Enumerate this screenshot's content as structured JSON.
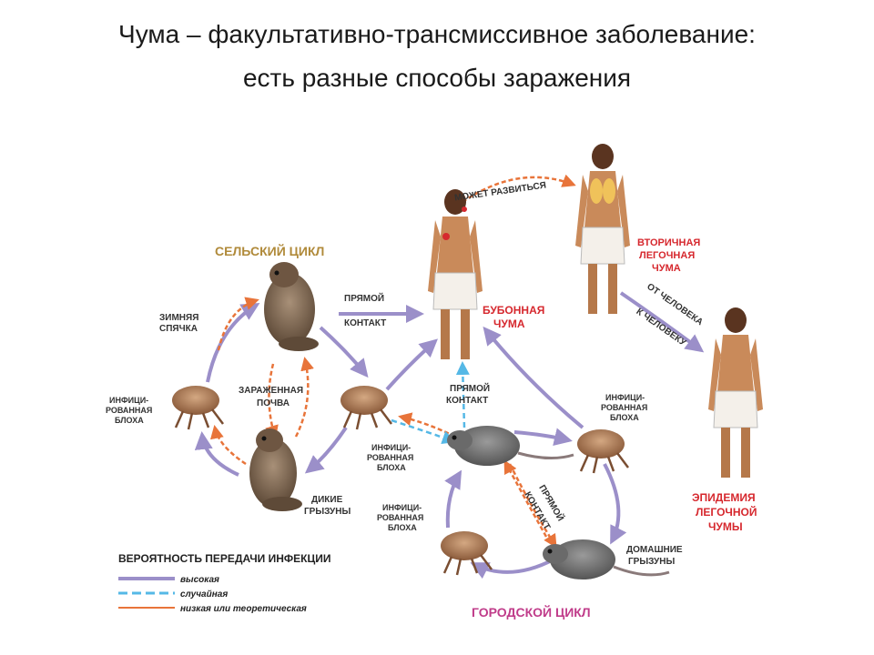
{
  "title": {
    "line1": "Чума – факультативно-трансмиссивное заболевание:",
    "line2": "есть разные способы заражения"
  },
  "colors": {
    "high": "#9b8fc9",
    "random": "#55b8e6",
    "low": "#e8743a",
    "red_label": "#d6282e",
    "rural_title": "#b08a3a",
    "urban_title": "#c03c8a"
  },
  "labels": {
    "rural_cycle": "СЕЛЬСКИЙ ЦИКЛ",
    "urban_cycle": "ГОРОДСКОЙ ЦИКЛ",
    "hibernation_1": "ЗИМНЯЯ",
    "hibernation_2": "СПЯЧКА",
    "direct_contact_1": "ПРЯМОЙ",
    "direct_contact_2": "КОНТАКТ",
    "infected_flea_1": "ИНФИЦИ-",
    "infected_flea_2": "РОВАННАЯ",
    "infected_flea_3": "БЛОХА",
    "soil_1": "ЗАРАЖЕННАЯ",
    "soil_2": "ПОЧВА",
    "wild_rodents_1": "ДИКИЕ",
    "wild_rodents_2": "ГРЫЗУНЫ",
    "domestic_rodents_1": "ДОМАШНИЕ",
    "domestic_rodents_2": "ГРЫЗУНЫ",
    "may_develop": "МОЖЕТ РАЗВИТЬСЯ",
    "bubonic_1": "БУБОННАЯ",
    "bubonic_2": "ЧУМА",
    "secondary_1": "ВТОРИЧНАЯ",
    "secondary_2": "ЛЕГОЧНАЯ",
    "secondary_3": "ЧУМА",
    "person_to_person_1": "ОТ ЧЕЛОВЕКА",
    "person_to_person_2": "К ЧЕЛОВЕКУ",
    "epidemic_1": "ЭПИДЕМИЯ",
    "epidemic_2": "ЛЕГОЧНОЙ",
    "epidemic_3": "ЧУМЫ"
  },
  "legend": {
    "title": "ВЕРОЯТНОСТЬ ПЕРЕДАЧИ ИНФЕКЦИИ",
    "items": [
      {
        "label": "высокая",
        "style": "high"
      },
      {
        "label": "случайная",
        "style": "random"
      },
      {
        "label": "низкая или теоретическая",
        "style": "low"
      }
    ]
  }
}
